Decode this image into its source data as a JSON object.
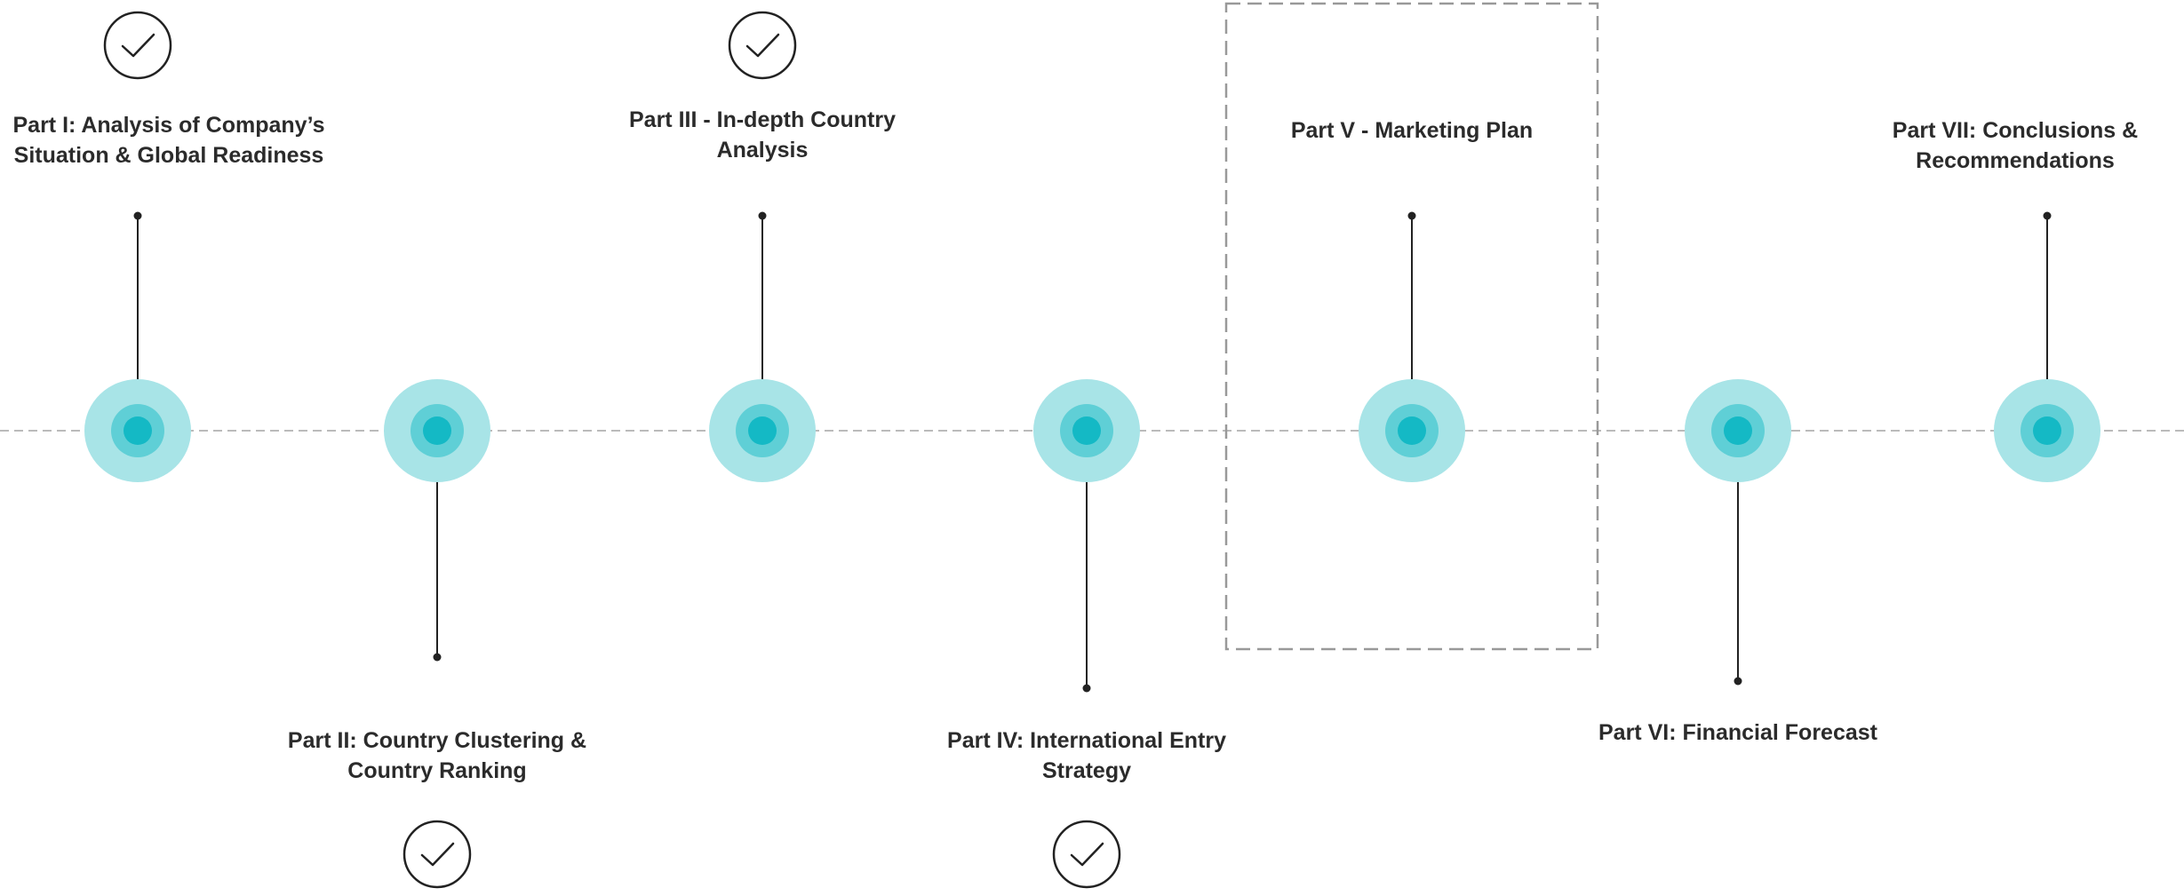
{
  "diagram": {
    "parts": [
      {
        "id": "part-1",
        "title": "Part I:  Analysis of Company’s\nSituation & Global Readiness",
        "side": "top",
        "completed": true,
        "highlighted": false
      },
      {
        "id": "part-2",
        "title": "Part II:  Country Clustering &\nCountry Ranking",
        "side": "bottom",
        "completed": true,
        "highlighted": false
      },
      {
        "id": "part-3",
        "title": "Part III - In-depth Country Analysis",
        "side": "top",
        "completed": true,
        "highlighted": false
      },
      {
        "id": "part-4",
        "title": "Part IV: International Entry\nStrategy",
        "side": "bottom",
        "completed": true,
        "highlighted": false
      },
      {
        "id": "part-5",
        "title": "Part V - Marketing Plan",
        "side": "top",
        "completed": false,
        "highlighted": true
      },
      {
        "id": "part-6",
        "title": "Part VI:  Financial Forecast",
        "side": "bottom",
        "completed": false,
        "highlighted": false
      },
      {
        "id": "part-7",
        "title": "Part VII: Conclusions &\nRecommendations",
        "side": "top",
        "completed": false,
        "highlighted": false
      }
    ],
    "colors": {
      "node_outer": "#a8e4e7",
      "node_middle": "#5fcfd6",
      "node_inner": "#14b9c5",
      "connector": "#222222",
      "axis": "#bbbbbb",
      "highlight_box": "#999999",
      "checkmark": "#222222",
      "text": "#2b2b2b"
    },
    "icons": {
      "completed": "check-circle-icon"
    }
  }
}
